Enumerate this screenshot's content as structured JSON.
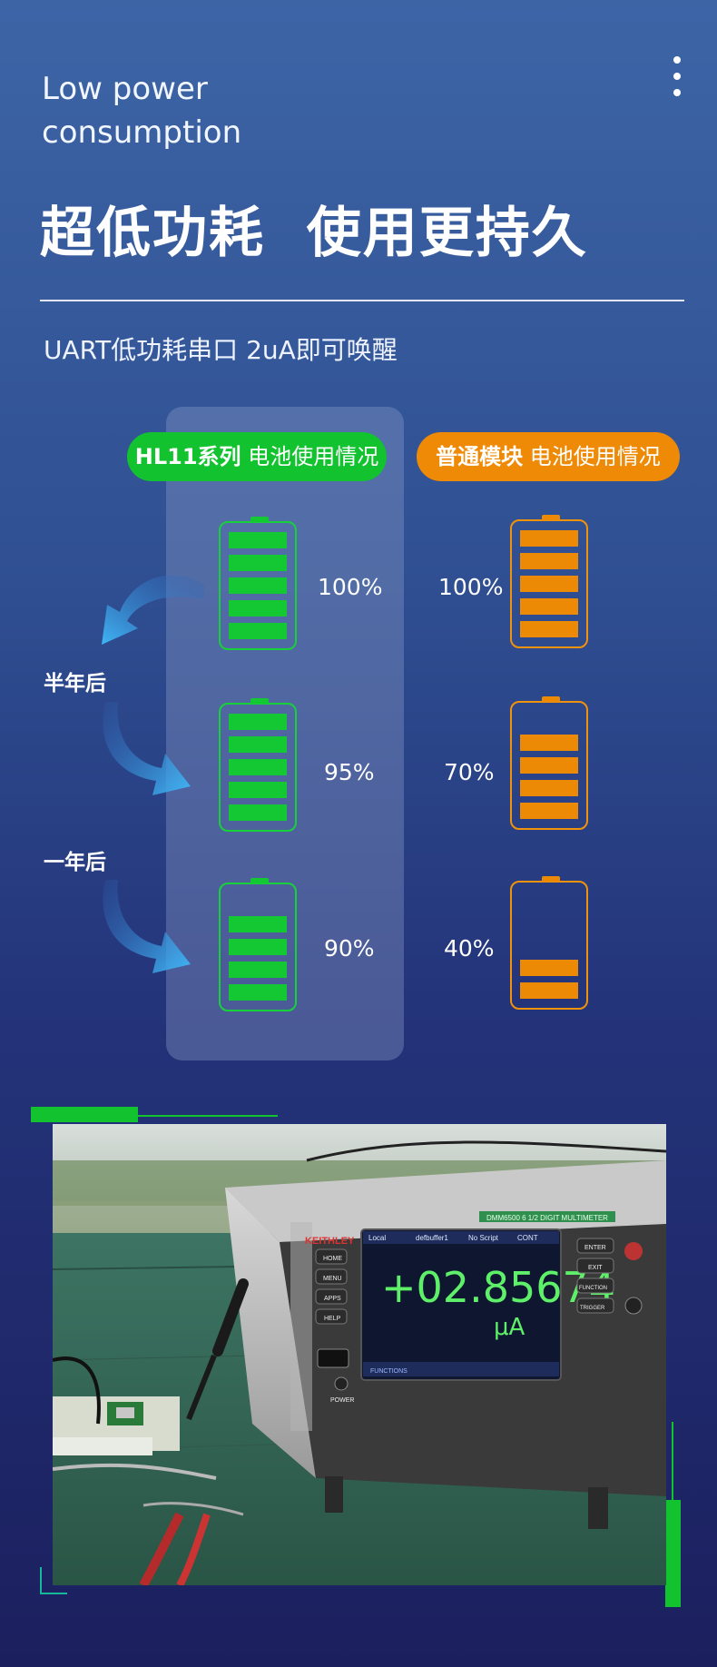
{
  "header": {
    "en_title_line1": "Low power",
    "en_title_line2": "consumption",
    "cn_title": "超低功耗  使用更持久",
    "subtitle": "UART低功耗串口 2uA即可唤醒"
  },
  "comparison": {
    "hl11_label_bold": "HL11系列",
    "hl11_label_rest": " 电池使用情况",
    "normal_label_bold": "普通模块",
    "normal_label_rest": " 电池使用情况",
    "rows": [
      {
        "period": "",
        "hl11_pct": "100%",
        "hl11_bars": 5,
        "normal_pct": "100%",
        "normal_bars": 5
      },
      {
        "period": "半年后",
        "hl11_pct": "95%",
        "hl11_bars": 5,
        "normal_pct": "70%",
        "normal_bars": 4
      },
      {
        "period": "一年后",
        "hl11_pct": "90%",
        "hl11_bars": 4,
        "normal_pct": "40%",
        "normal_bars": 2
      }
    ]
  },
  "photo": {
    "meter_brand": "KEITHLEY",
    "meter_model": "DMM6500 6 1/2 DIGIT MULTIMETER",
    "screen_local": "Local",
    "screen_buffer": "defbuffer1",
    "screen_script": "No Script",
    "screen_cont": "CONT",
    "reading_value": "+02.85674",
    "reading_unit": "μA",
    "functions_label": "FUNCTIONS",
    "button_labels": [
      "HOME",
      "MENU",
      "APPS",
      "HELP"
    ],
    "right_button_labels": [
      "ENTER",
      "EXIT",
      "FUNCTION",
      "TRIGGER"
    ],
    "power_label": "POWER"
  },
  "colors": {
    "green": "#12c32f",
    "orange": "#ef8a06",
    "bg_top": "#3d65a6",
    "bg_bottom": "#1b1f5e"
  }
}
